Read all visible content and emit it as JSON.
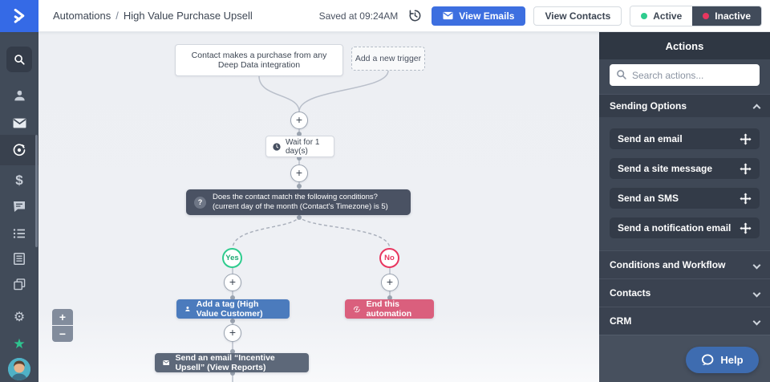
{
  "header": {
    "breadcrumb": {
      "section": "Automations",
      "separator": "/",
      "page": "High Value Purchase Upsell"
    },
    "saved_text": "Saved at 09:24AM",
    "view_emails_label": "View Emails",
    "view_contacts_label": "View Contacts",
    "toggle": {
      "active_label": "Active",
      "inactive_label": "Inactive",
      "selected": "Inactive"
    }
  },
  "sidebar": {
    "icons": [
      "search",
      "contacts",
      "email",
      "automations",
      "deals",
      "conversations",
      "lists",
      "forms",
      "site",
      "settings",
      "favorites",
      "avatar"
    ],
    "active_item": "automations"
  },
  "canvas": {
    "zoom_in_label": "+",
    "zoom_out_label": "−",
    "nodes": {
      "trigger": "Contact makes a purchase from any Deep Data integration",
      "add_trigger": "Add a new trigger",
      "plus": "+",
      "wait": "Wait for 1 day(s)",
      "condition": "Does the contact match the following conditions? (current day of the month (Contact's Timezone) is 5)",
      "condition_icon": "?",
      "yes": "Yes",
      "no": "No",
      "add_tag": "Add a tag (High Value Customer)",
      "end_automation": "End this automation",
      "send_email": "Send an email “Incentive Upsell” (View Reports)"
    }
  },
  "actions_panel": {
    "title": "Actions",
    "search_placeholder": "Search actions...",
    "sections": [
      {
        "label": "Sending Options",
        "expanded": true,
        "items": [
          "Send an email",
          "Send a site message",
          "Send an SMS",
          "Send a notification email"
        ]
      },
      {
        "label": "Conditions and Workflow",
        "expanded": false
      },
      {
        "label": "Contacts",
        "expanded": false
      },
      {
        "label": "CRM",
        "expanded": false
      }
    ],
    "help_label": "Help"
  },
  "colors": {
    "brand_blue": "#356ae6",
    "primary_button_blue": "#3d6fe0",
    "active_green": "#2ecc8e",
    "inactive_red": "#e8365f",
    "tag_action_blue": "#4b7bbd",
    "end_action_pink": "#da5f7d",
    "email_action_slate": "#5d6879",
    "condition_slate": "#4a5263",
    "panel_background": "#3f4856",
    "sidebar_background": "#414b59",
    "canvas_background": "#edeff3",
    "favorites_star_green": "#2ec48f",
    "help_button_blue": "#3e6cb0"
  }
}
